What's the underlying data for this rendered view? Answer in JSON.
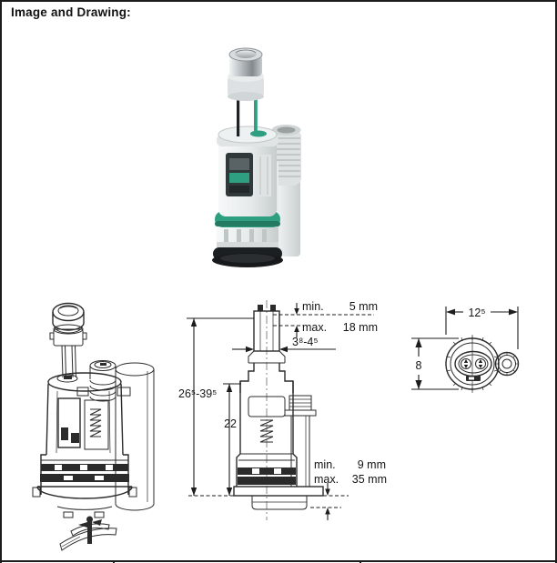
{
  "header": {
    "title": "Image and Drawing:"
  },
  "photo": {
    "name": "dual-flush-valve-product-photo",
    "accent_green": "#2f9f82",
    "accent_green_dark": "#237a60",
    "seal_black": "#1c1f21",
    "body_gray": "#e9eded",
    "chrome_gray": "#a9b0b4"
  },
  "front_view": {
    "protrusion_min_label": "min.",
    "protrusion_min_value": "5 mm",
    "protrusion_max_label": "max.",
    "protrusion_max_value": "18 mm",
    "rod_length_range": "3⁸-4⁵",
    "overall_height_range": "26⁵-39⁵",
    "body_height": "22",
    "panel_min_label": "min.",
    "panel_min_value": "9 mm",
    "panel_max_label": "max.",
    "panel_max_value": "35 mm"
  },
  "top_view": {
    "width": "12⁵",
    "height": "8"
  }
}
